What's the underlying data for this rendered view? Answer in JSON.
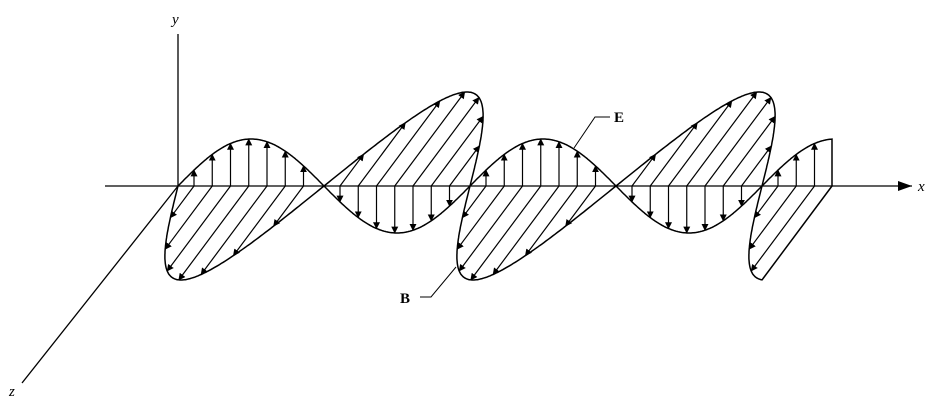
{
  "axes": {
    "x_label": "x",
    "y_label": "y",
    "z_label": "z"
  },
  "fields": {
    "electric_label": "E",
    "magnetic_label": "B"
  },
  "colors": {
    "ink": "#000000",
    "background": "#ffffff"
  }
}
